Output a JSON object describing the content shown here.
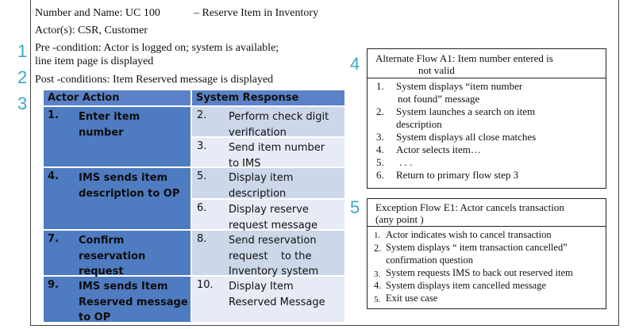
{
  "header": {
    "number_name": "Number and Name: UC 100",
    "title": "–  Reserve Item in Inventory",
    "actors": "Actor(s): CSR, Customer",
    "precondition_1": "Pre -condition: Actor is logged on; system is available;",
    "precondition_2": "line item page is displayed",
    "postcondition": "Post -conditions: Item Reserved message is displayed"
  },
  "markers": [
    "1",
    "2",
    "3",
    "4",
    "5"
  ],
  "table": {
    "col_actor": "Actor Action",
    "col_system": "System Response",
    "rows": [
      {
        "num": "1.",
        "lines": [
          "Enter item",
          "number"
        ]
      },
      {
        "num": "4.",
        "lines": [
          "IMS sends item",
          "description to OP"
        ]
      },
      {
        "num": "7.",
        "lines": [
          "Confirm",
          "reservation",
          "request"
        ]
      },
      {
        "num": "9.",
        "lines": [
          "IMS sends Item",
          "Reserved message",
          "to OP"
        ]
      }
    ],
    "responses": [
      {
        "num": "2.",
        "lines": [
          "Perform check digit",
          "verification"
        ]
      },
      {
        "num": "3.",
        "lines": [
          "Send item number",
          "to IMS"
        ]
      },
      {
        "num": "5.",
        "lines": [
          "Display item",
          "description"
        ]
      },
      {
        "num": "6.",
        "lines": [
          "Display reserve",
          "request message"
        ]
      },
      {
        "num": "8.",
        "lines": [
          "Send reservation",
          "request    to the",
          "Inventory system"
        ]
      },
      {
        "num": "10.",
        "lines": [
          "Display Item",
          "Reserved Message"
        ]
      }
    ]
  },
  "alternate_flow": {
    "title_1": "Alternate Flow A1: Item number entered is",
    "title_2": "not valid",
    "items": [
      {
        "num": "1.",
        "text": "System displays “item number"
      },
      {
        "num": "",
        "text": "not found” message"
      },
      {
        "num": "2.",
        "text": "System launches a search on item"
      },
      {
        "num": "",
        "text": "description"
      },
      {
        "num": "3.",
        "text": "System displays all close matches"
      },
      {
        "num": "4.",
        "text": "Actor selects item…"
      },
      {
        "num": "5.",
        "text": ". . ."
      },
      {
        "num": "6.",
        "text": "Return to primary flow step 3"
      }
    ]
  },
  "exception_flow": {
    "title_1": "Exception Flow E1: Actor cancels transaction",
    "title_2": "(any point  )",
    "items": [
      {
        "num": "1.",
        "text": "Actor indicates wish to cancel transaction"
      },
      {
        "num": "2.",
        "text": "System displays “ item transaction cancelled”"
      },
      {
        "num": "",
        "text": "confirmation question"
      },
      {
        "num": "3.",
        "text": "System requests IMS to back out reserved item"
      },
      {
        "num": "4.",
        "text": "System displays item cancelled message"
      },
      {
        "num": "5.",
        "text": "Exit use case"
      }
    ]
  },
  "colors": {
    "actor_cell": "#4f7bc0",
    "header_row": "#5b82c8",
    "system_cell_a": "#ccd7ea",
    "system_cell_b": "#e6ebf5",
    "marker": "#3ba7c9"
  }
}
